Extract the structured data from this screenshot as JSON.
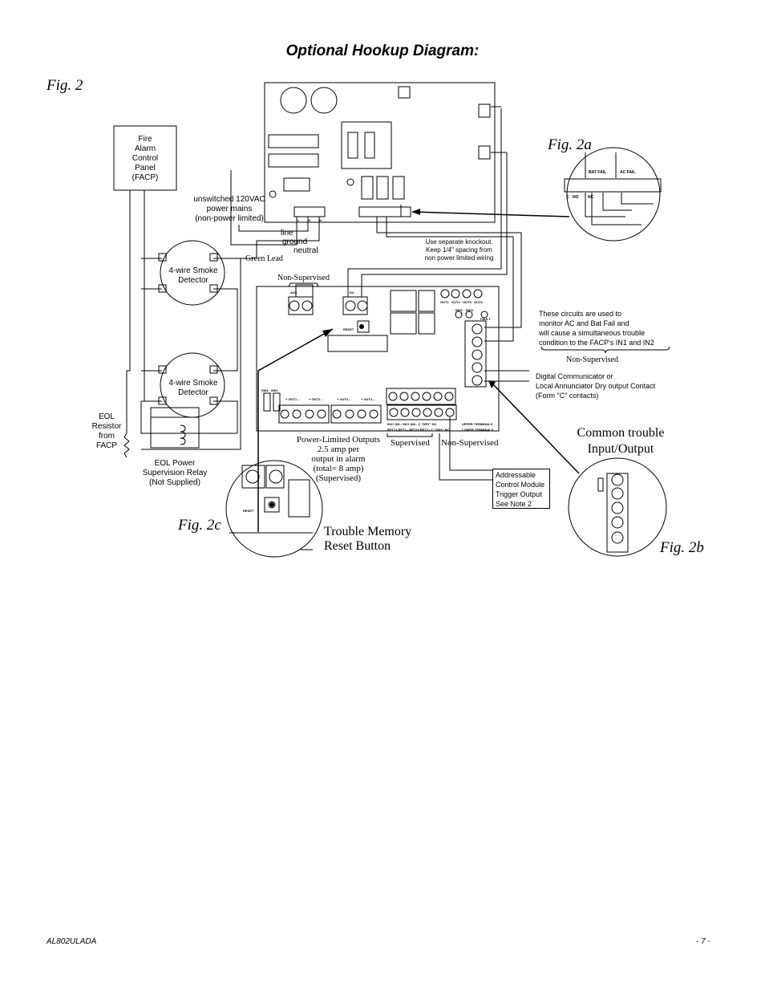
{
  "title": "Optional Hookup Diagram:",
  "figures": {
    "fig2": "Fig. 2",
    "fig2a": "Fig. 2a",
    "fig2b": "Fig. 2b",
    "fig2c": "Fig. 2c"
  },
  "facp": {
    "line1": "Fire",
    "line2": "Alarm",
    "line3": "Control",
    "line4": "Panel",
    "line5": "(FACP)"
  },
  "mains": {
    "line1": "unswitched 120VAC",
    "line2": "power mains",
    "line3": "(non-power limited)"
  },
  "mains_wires": {
    "line": "line",
    "ground": "ground",
    "neutral": "neutral",
    "green_lead": "Green Lead"
  },
  "smoke_detector": {
    "line1": "4-wire Smoke",
    "line2": "Detector"
  },
  "eol_resistor": {
    "line1": "EOL",
    "line2": "Resistor",
    "line3": "from",
    "line4": "FACP"
  },
  "eol_relay": {
    "line1": "EOL Power",
    "line2": "Supervision Relay",
    "line3": "(Not Supplied)"
  },
  "knockout_note": {
    "line1": "Use separate knockout.",
    "line2": "Keep 1/4\" spacing from",
    "line3": "non power limited wiring"
  },
  "non_supervised": "Non-Supervised",
  "monitor_note": {
    "line1": "These circuits are used to",
    "line2": "monitor AC and Bat Fail and",
    "line3": "will cause a simultaneous trouble",
    "line4": "condition to the FACP's IN1 and IN2"
  },
  "digital_comm": {
    "line1": "Digital Communicator or",
    "line2": "Local Annunciator Dry output Contact",
    "line3": "(Form \"C\" contacts)"
  },
  "power_limited": {
    "line1": "Power-Limited Outputs",
    "line2": "2.5 amp per",
    "line3": "output in alarm",
    "line4": "(total= 8 amp)",
    "line5": "(Supervised)"
  },
  "supervised": "Supervised",
  "addressable": {
    "line1": "Addressable",
    "line2": "Control Module",
    "line3": "Trigger Output",
    "line4": "See Note 2"
  },
  "common_trouble": {
    "line1": "Common trouble",
    "line2": "Input/Output"
  },
  "trouble_memory": {
    "line1": "Trouble Memory",
    "line2": "Reset Button"
  },
  "board_labels": {
    "aux": "AUX",
    "dc": "DC",
    "reset": "RESET",
    "out1": "+ OUT1 –",
    "out2": "+ OUT2 –",
    "out3": "+ OUT3 –",
    "out4": "+ OUT4 –",
    "sw2": "SW2",
    "sw1": "SW1",
    "in_row_top": "IN1+  IN1–   IN2+  IN2–  C \"DRY\" NC",
    "in_row_bottom": "RET1+ RET1– RET2+ RET2– C \"DRY\" NC",
    "upper_terminals": "UPPER TERMINALS",
    "lower_terminals": "LOWER TERMINALS",
    "led1": "OUT1",
    "led2": "OUT2",
    "led3": "OUT3",
    "led4": "OUT4",
    "inp1": "INP1",
    "inp2": "INP2",
    "fault": "FAULT",
    "bat_fail": "BAT FAIL",
    "ac_fail": "AC FAIL",
    "c": "C",
    "no": "NO",
    "nc": "NC",
    "l": "L",
    "g": "G",
    "n": "N"
  },
  "footer": {
    "model": "AL802ULADA",
    "page": "- 7 -"
  }
}
